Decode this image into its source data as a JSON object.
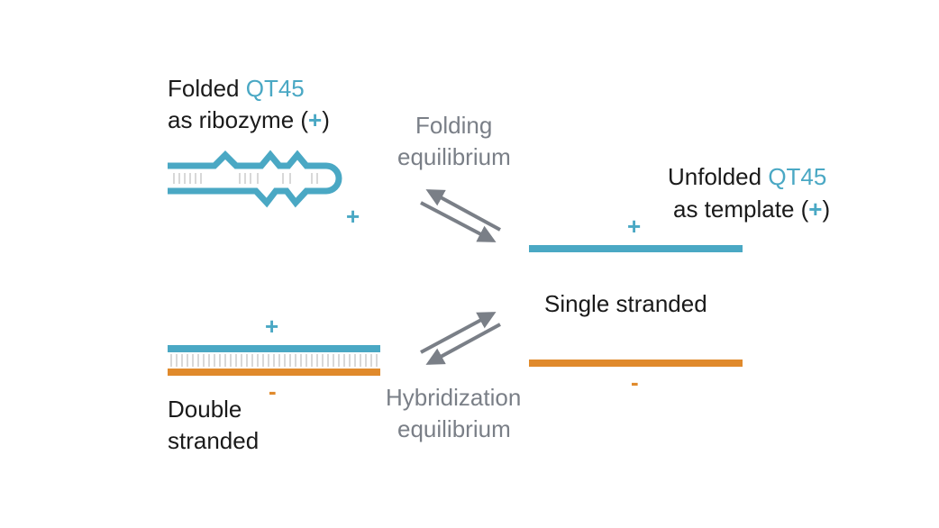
{
  "folded": {
    "line1_prefix": "Folded ",
    "line1_name": "QT45",
    "line2_prefix": "as ribozyme (",
    "line2_sign": "+",
    "line2_suffix": ")",
    "strand_sign": "+"
  },
  "folding_equilibrium": {
    "line1": "Folding",
    "line2": "equilibrium"
  },
  "unfolded": {
    "line1_prefix": "Unfolded ",
    "line1_name": "QT45",
    "line2_prefix": "as template (",
    "line2_sign": "+",
    "line2_suffix": ")",
    "strand_sign": "+"
  },
  "single_stranded": {
    "label": "Single stranded",
    "minus_sign": "-"
  },
  "double_stranded": {
    "line1": "Double",
    "line2": "stranded",
    "plus_sign": "+",
    "minus_sign": "-"
  },
  "hybridization_equilibrium": {
    "line1": "Hybridization",
    "line2": "equilibrium"
  },
  "colors": {
    "plus_strand": "#4aa8c4",
    "minus_strand": "#e08a2c",
    "arrow": "#7a7f87",
    "text": "#1a1a1a",
    "label_grey": "#7a7f87"
  }
}
